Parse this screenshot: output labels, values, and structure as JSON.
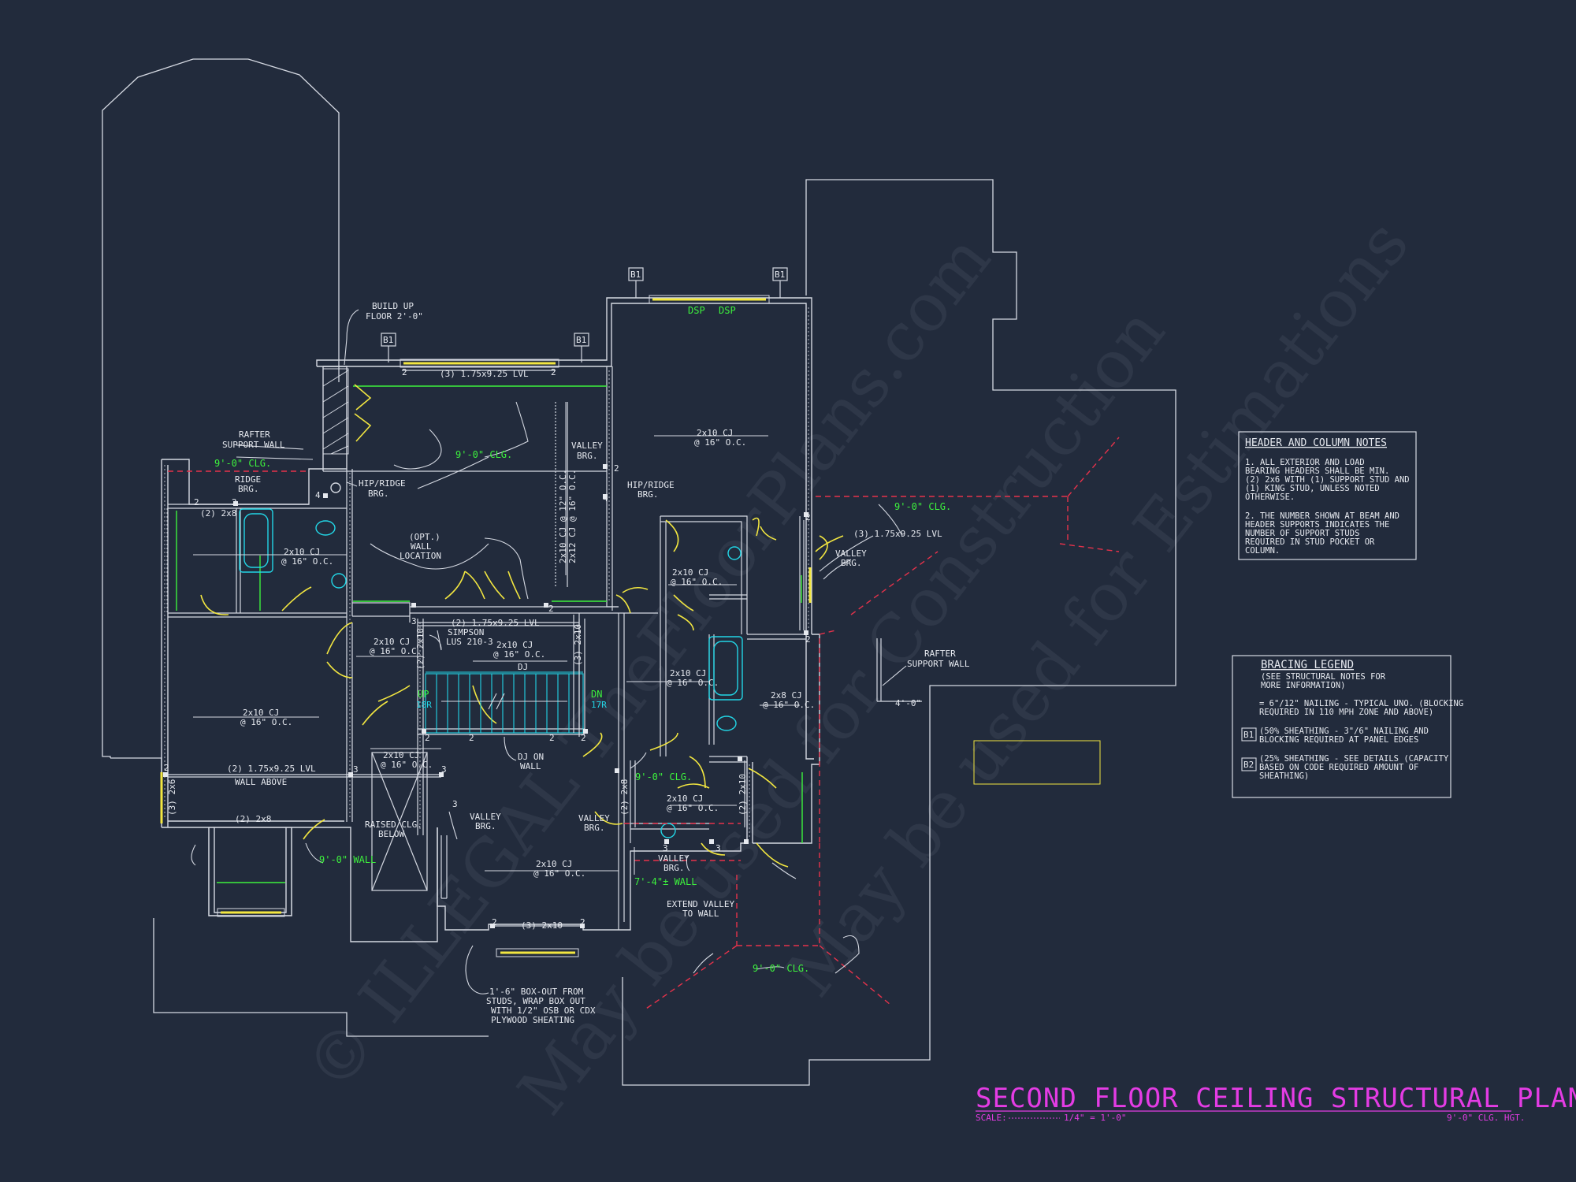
{
  "title": {
    "main": "SECOND FLOOR CEILING STRUCTURAL PLAN",
    "scale_label": "SCALE:",
    "scale_value": "1/4\" = 1'-0\"",
    "ceiling_height": "9'-0\" CLG. HGT."
  },
  "watermark": {
    "line1": "© ILLEGAL TheFloorPlans.com",
    "line2": "May be used for Construction",
    "line3": "May be used for Estimations"
  },
  "header_notes": {
    "title": "HEADER AND COLUMN NOTES",
    "lines": [
      "1. ALL EXTERIOR AND LOAD",
      "BEARING HEADERS SHALL BE MIN.",
      "(2) 2x6 WITH (1) SUPPORT STUD AND",
      "(1) KING STUD, UNLESS NOTED",
      "OTHERWISE.",
      "",
      "2. THE NUMBER SHOWN AT BEAM AND",
      "HEADER SUPPORTS INDICATES THE",
      "NUMBER OF SUPPORT STUDS",
      "REQUIRED IN STUD POCKET OR",
      "COLUMN."
    ]
  },
  "bracing_legend": {
    "title": "BRACING LEGEND",
    "subtitle_1": "(SEE STRUCTURAL NOTES FOR",
    "subtitle_2": "MORE INFORMATION)",
    "item1_line1": "= 6\"/12\" NAILING - TYPICAL UNO. (BLOCKING",
    "item1_line2": "REQUIRED IN 110 MPH ZONE AND ABOVE)",
    "b1_tag": "B1",
    "b1_line1": "(50% SHEATHING - 3\"/6\" NAILING AND",
    "b1_line2": "BLOCKING REQUIRED AT PANEL EDGES",
    "b2_tag": "B2",
    "b2_line1": "(25% SHEATHING - SEE DETAILS (CAPACITY",
    "b2_line2": "BASED ON CODE REQUIRED AMOUNT OF",
    "b2_line3": "SHEATHING)"
  },
  "labels": {
    "build_up_floor_1": "BUILD UP",
    "build_up_floor_2": "FLOOR 2'-0\"",
    "b1_tag": "B1",
    "lvl_top": "(3) 1.75x9.25 LVL",
    "dsp": "DSP",
    "rafter_support_1": "RAFTER",
    "rafter_support_2": "SUPPORT WALL",
    "clg_9": "9'-0\" CLG.",
    "ridge_brg_1": "RIDGE",
    "ridge_brg_2": "BRG.",
    "hip_ridge_1": "HIP/RIDGE",
    "hip_ridge_2": "BRG.",
    "valley_brg_1": "VALLEY",
    "valley_brg_2": "BRG.",
    "two_2x8": "(2) 2x8",
    "cj_2x10": "2x10 CJ",
    "oc_16": "@ 16\" O.C.",
    "cj_2x8": "2x8 CJ",
    "cj_vertical_1": "2x10 CJ @ 12\" O.C.",
    "cj_vertical_2": "2x12 CJ @ 16\" O.C.",
    "opt_wall_1": "(OPT.)",
    "opt_wall_2": "WALL",
    "opt_wall_3": "LOCATION",
    "lvl_2": "(2) 1.75x9.25 LVL",
    "simpson_1": "SIMPSON",
    "simpson_2": "LUS 210-3",
    "dj": "DJ",
    "dj_on_wall_1": "DJ ON",
    "dj_on_wall_2": "WALL",
    "up": "UP",
    "up_r": "18R",
    "dn": "DN",
    "dn_r": "17R",
    "three_2x10": "(3) 2x10",
    "two_2x10": "(2) 2x10",
    "three_2x6": "(3) 2x6",
    "wall_above": "WALL ABOVE",
    "raised_clg_1": "RAISED CLG.",
    "raised_clg_2": "BELOW",
    "wall_9": "9'-0\" WALL",
    "wall_7_4": "7'-4\"± WALL",
    "extend_valley_1": "EXTEND VALLEY",
    "extend_valley_2": "TO WALL",
    "box_out_1": "1'-6\" BOX-OUT FROM",
    "box_out_2": "STUDS, WRAP BOX OUT",
    "box_out_3": "WITH 1/2\" OSB OR CDX",
    "box_out_4": "PLYWOOD SHEATING",
    "four_0": "4'-0\"",
    "n2": "2",
    "n3": "3",
    "n4": "4"
  },
  "colors": {
    "background": "#222b3c",
    "line": "#d5d9e2",
    "green": "#3df23d",
    "yellow": "#f2e640",
    "cyan": "#22d6e6",
    "red": "#e6324b",
    "magenta": "#e43ce4"
  }
}
